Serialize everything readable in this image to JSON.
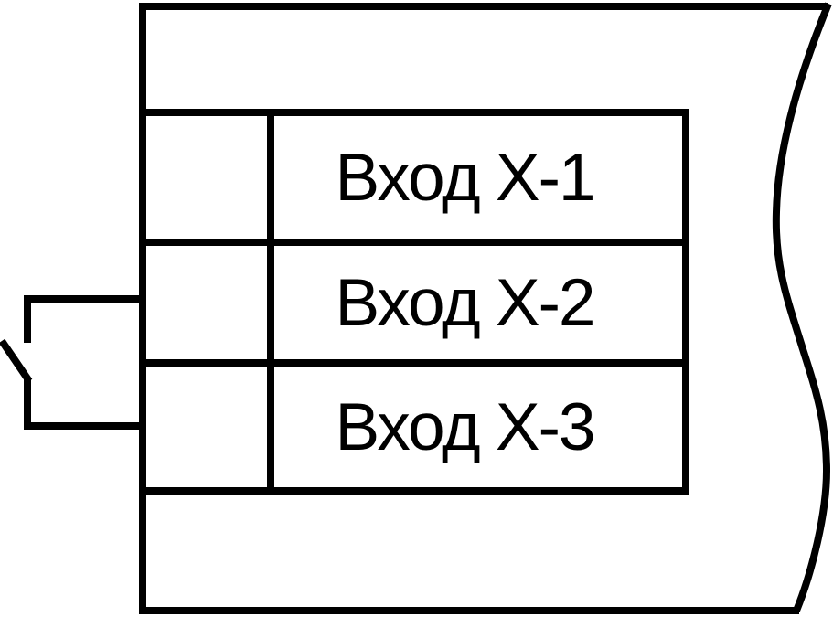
{
  "diagram": {
    "kind": "wiring-schematic",
    "background_color": "#ffffff",
    "line_color": "#000000",
    "device": {
      "inputs": [
        {
          "label": "Вход Х-1"
        },
        {
          "label": "Вход Х-2"
        },
        {
          "label": "Вход Х-3"
        }
      ]
    },
    "symbols": {
      "switch_icon": "open-switch-symbol",
      "right_edge_icon": "break-line-torn-edge"
    }
  }
}
